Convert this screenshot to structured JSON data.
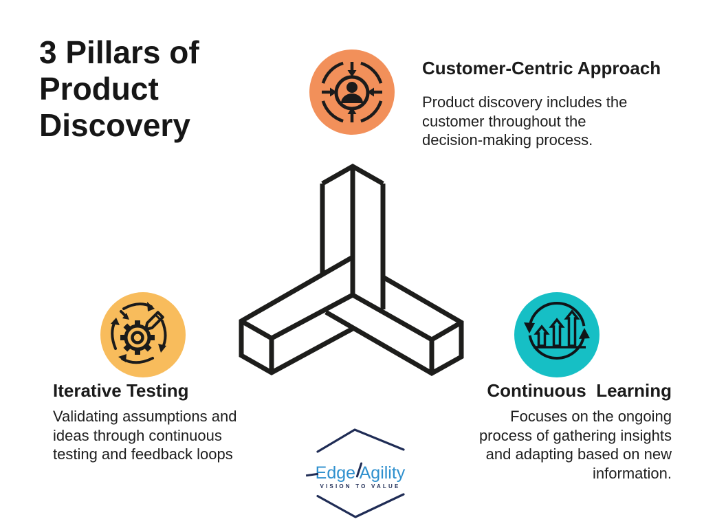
{
  "title": "3 Pillars of\nProduct\nDiscovery",
  "pillars": [
    {
      "name": "customer-centric",
      "heading": "Customer-Centric Approach",
      "body_lines": [
        "Product discovery includes the",
        "customer throughout the",
        "decision-making process."
      ],
      "icon": "person-in-target-arrows-icon",
      "icon_color": "#F2905A"
    },
    {
      "name": "iterative-testing",
      "heading": "Iterative Testing",
      "body_lines": [
        "Validating assumptions and",
        "ideas through continuous",
        "testing and feedback loops"
      ],
      "icon": "gear-pencil-cycle-icon",
      "icon_color": "#F8BC5C"
    },
    {
      "name": "continuous-learning",
      "heading": "Continuous  Learning",
      "body_lines": [
        "Focuses on the ongoing",
        "process of gathering insights",
        "and adapting based on new",
        "information."
      ],
      "icon": "rising-arrows-cycle-icon",
      "icon_color": "#16BFC5"
    }
  ],
  "illustration": {
    "name": "three-beam-pillar-corner",
    "stroke_color": "#1D1D1B"
  },
  "logo": {
    "name": "Edge Agility",
    "tagline": "VISION TO VALUE",
    "blue": "#2F90CE",
    "navy": "#1F2C55"
  },
  "background_color": "#FFFFFF",
  "text_color": "#1A1A1A",
  "icon_stroke_color": "#1B1B1B"
}
